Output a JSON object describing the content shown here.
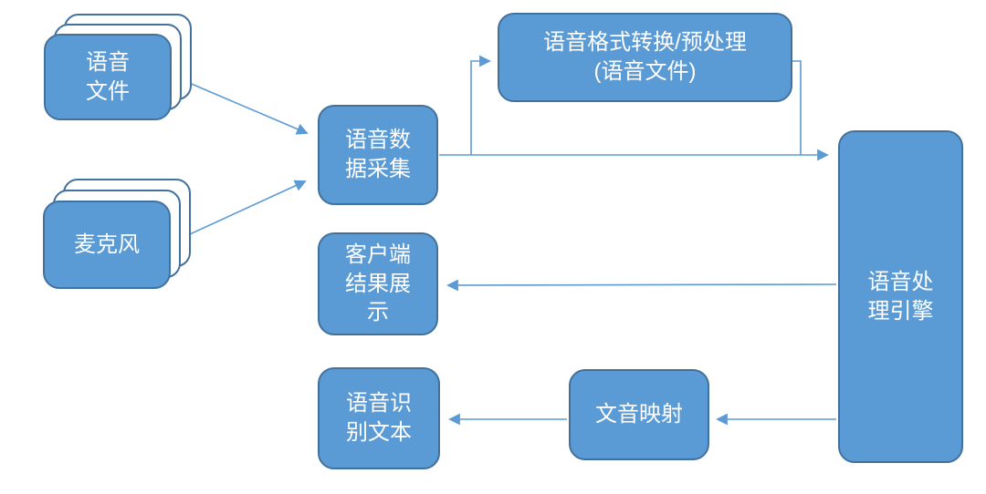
{
  "diagram": {
    "type": "flowchart",
    "background": "#ffffff",
    "colors": {
      "node_fill": "#5b9bd5",
      "node_border": "#41719c",
      "connector": "#5b9bd5",
      "node_text": "#ffffff"
    },
    "nodes": {
      "voice_files": {
        "label": "语音\n文件",
        "shape": "stacked-rounded-rect"
      },
      "microphone": {
        "label": "麦克风",
        "shape": "stacked-rounded-rect"
      },
      "data_collection": {
        "label": "语音数\n据采集",
        "shape": "rounded-rect"
      },
      "format_conversion": {
        "label": "语音格式转换/预处理\n(语音文件)",
        "shape": "rounded-rect"
      },
      "engine": {
        "label": "语音处\n理引擎",
        "shape": "rounded-rect"
      },
      "client_display": {
        "label": "客户端\n结果展\n示",
        "shape": "rounded-rect"
      },
      "recognition_text": {
        "label": "语音识\n别文本",
        "shape": "rounded-rect"
      },
      "text_sound_mapping": {
        "label": "文音映射",
        "shape": "rounded-rect"
      }
    },
    "edges": [
      {
        "from": "语音文件",
        "to": "语音数据采集"
      },
      {
        "from": "麦克风",
        "to": "语音数据采集"
      },
      {
        "from": "语音数据采集",
        "to": "语音格式转换/预处理(语音文件)"
      },
      {
        "from": "语音格式转换/预处理(语音文件)",
        "to": "语音处理引擎"
      },
      {
        "from": "语音数据采集",
        "to": "语音处理引擎"
      },
      {
        "from": "语音处理引擎",
        "to": "客户端结果展示"
      },
      {
        "from": "语音处理引擎",
        "to": "文音映射"
      },
      {
        "from": "文音映射",
        "to": "语音识别文本"
      }
    ]
  }
}
